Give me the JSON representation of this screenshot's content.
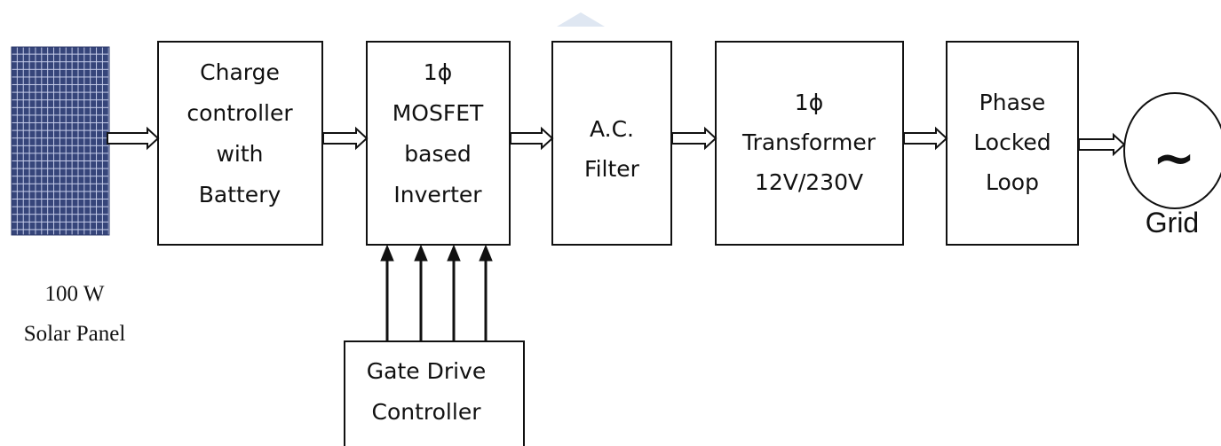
{
  "blocks": {
    "charge_controller": [
      "Charge",
      "controller",
      "with",
      "Battery"
    ],
    "inverter": [
      "1ϕ",
      "MOSFET",
      "based",
      "Inverter"
    ],
    "ac_filter": [
      "A.C.",
      "Filter"
    ],
    "transformer": [
      "1ϕ",
      "Transformer",
      "12V/230V"
    ],
    "pll": [
      "Phase",
      "Locked",
      "Loop"
    ],
    "gate_drive": [
      "Gate Drive",
      "Controller"
    ]
  },
  "solar_panel": {
    "label": [
      "100 W",
      "Solar Panel"
    ]
  },
  "grid": {
    "label": "Grid",
    "symbol": "~"
  },
  "colors": {
    "panel_cell": "#3a4a7e",
    "panel_grid": "#c6cdea",
    "panel_bg": "#1f2b5c",
    "line": "#111111",
    "watermark": "#dfe7f2"
  }
}
